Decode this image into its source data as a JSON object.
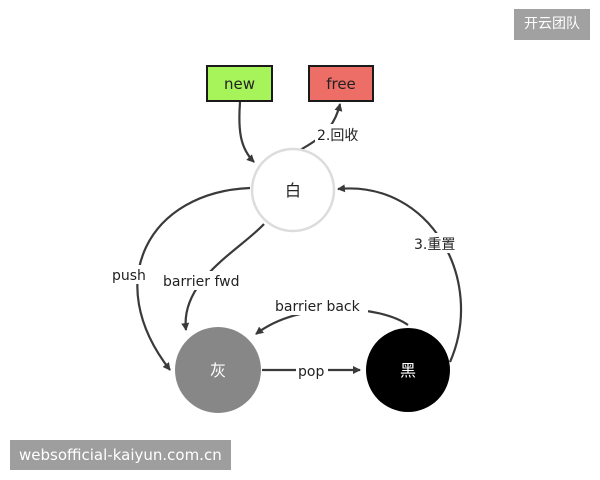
{
  "watermark": {
    "brand": "开云团队",
    "url": "websofficial-kaiyun.com.cn"
  },
  "nodes": {
    "new": {
      "label": "new",
      "fill": "#a6f45a"
    },
    "free": {
      "label": "free",
      "fill": "#ec6e66"
    },
    "white": {
      "label": "白",
      "fill": "#ffffff"
    },
    "gray": {
      "label": "灰",
      "fill": "#878787"
    },
    "black": {
      "label": "黑",
      "fill": "#000000"
    }
  },
  "edges": {
    "recycle": "2.回收",
    "reset": "3.重置",
    "push": "push",
    "barrier_fwd": "barrier fwd",
    "barrier_back": "barrier back",
    "pop": "pop"
  },
  "colors": {
    "arrow": "#3a3a3a",
    "box_border": "#1a1a1a",
    "white_border": "#dcdcdc"
  }
}
